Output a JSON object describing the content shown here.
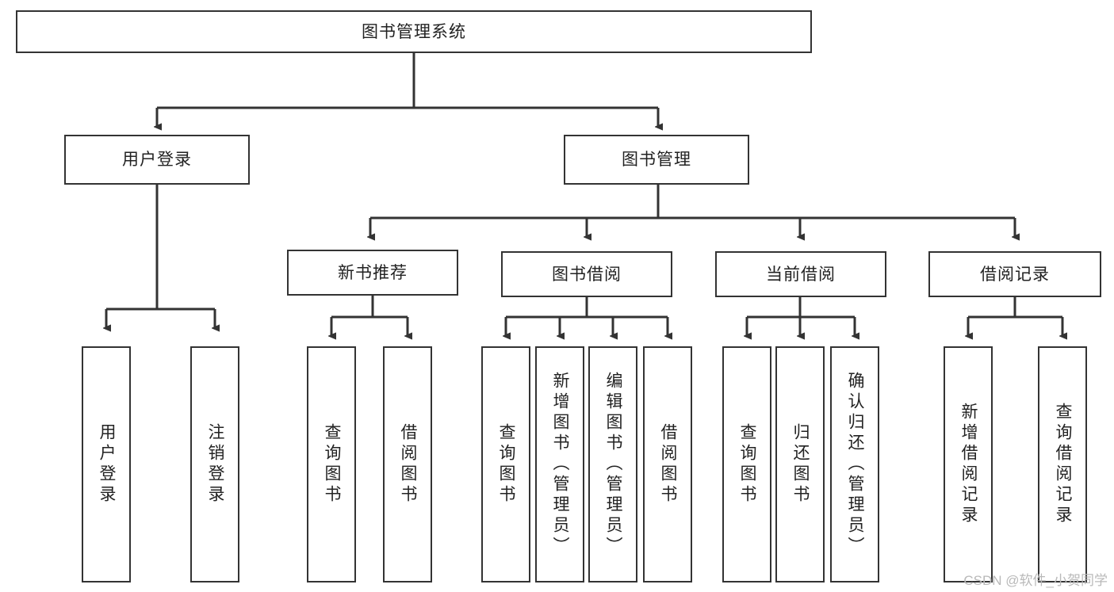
{
  "diagram": {
    "title": "图书管理系统",
    "type": "tree-hierarchy-diagram",
    "orientation": "top-down",
    "colors": {
      "box_border": "#333333",
      "box_fill": "#ffffff",
      "connector": "#333333",
      "text": "#222222",
      "watermark": "#b9b9b9",
      "background": "#ffffff"
    },
    "watermark": "CSDN @软件_小贺同学"
  },
  "nodes": {
    "root": {
      "label": "图书管理系统",
      "level": 1,
      "orientation": "horizontal"
    },
    "level2": [
      {
        "id": "user-login",
        "label": "用户登录",
        "level": 2,
        "orientation": "horizontal"
      },
      {
        "id": "book-management",
        "label": "图书管理",
        "level": 2,
        "orientation": "horizontal"
      }
    ],
    "level3": [
      {
        "id": "new-book-recommend",
        "label": "新书推荐",
        "level": 3,
        "orientation": "horizontal",
        "parent": "book-management"
      },
      {
        "id": "book-borrow",
        "label": "图书借阅",
        "level": 3,
        "orientation": "horizontal",
        "parent": "book-management"
      },
      {
        "id": "current-borrow",
        "label": "当前借阅",
        "level": 3,
        "orientation": "horizontal",
        "parent": "book-management"
      },
      {
        "id": "borrow-record",
        "label": "借阅记录",
        "level": 3,
        "orientation": "horizontal",
        "parent": "book-management"
      }
    ],
    "leaves": [
      {
        "id": "leaf-user-login",
        "label": "用户登录",
        "parent": "user-login"
      },
      {
        "id": "leaf-user-logout",
        "label": "注销登录",
        "parent": "user-login"
      },
      {
        "id": "leaf-query-book-1",
        "label": "查询图书",
        "parent": "new-book-recommend"
      },
      {
        "id": "leaf-borrow-book-1",
        "label": "借阅图书",
        "parent": "new-book-recommend"
      },
      {
        "id": "leaf-query-book-2",
        "label": "查询图书",
        "parent": "book-borrow"
      },
      {
        "id": "leaf-add-book",
        "label": "新增图书（管理员）",
        "parent": "book-borrow"
      },
      {
        "id": "leaf-edit-book",
        "label": "编辑图书（管理员）",
        "parent": "book-borrow"
      },
      {
        "id": "leaf-borrow-book-2",
        "label": "借阅图书",
        "parent": "book-borrow"
      },
      {
        "id": "leaf-query-book-3",
        "label": "查询图书",
        "parent": "current-borrow"
      },
      {
        "id": "leaf-return-book",
        "label": "归还图书",
        "parent": "current-borrow"
      },
      {
        "id": "leaf-confirm-return",
        "label": "确认归还（管理员）",
        "parent": "current-borrow"
      },
      {
        "id": "leaf-add-record",
        "label": "新增借阅记录",
        "parent": "borrow-record"
      },
      {
        "id": "leaf-query-record",
        "label": "查询借阅记录",
        "parent": "borrow-record"
      }
    ]
  }
}
